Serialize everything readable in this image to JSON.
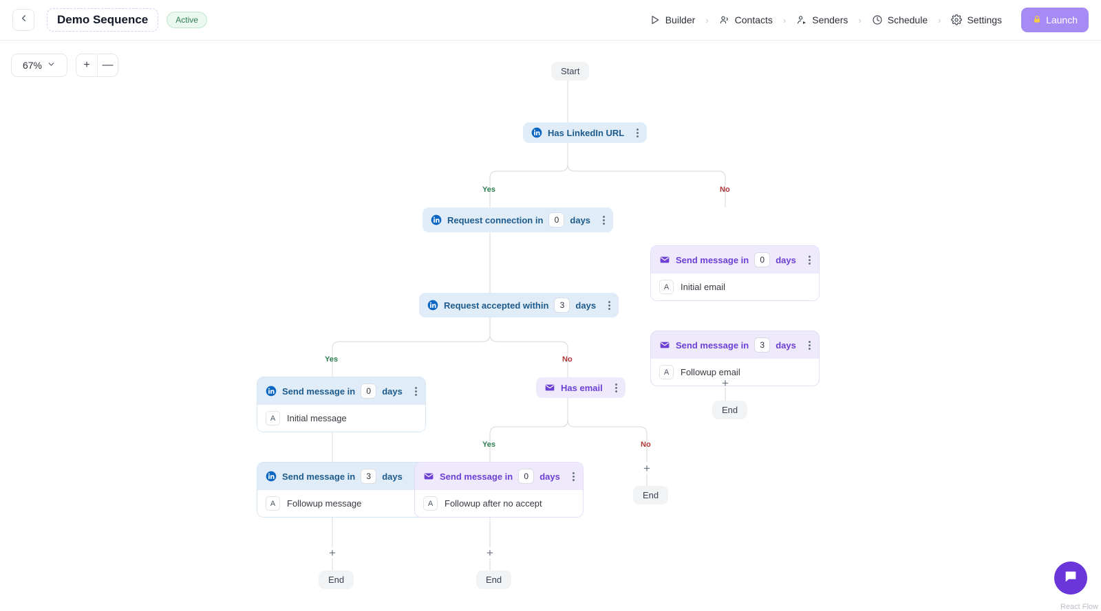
{
  "header": {
    "back_icon": "chevron-left-icon",
    "sequence_name": "Demo Sequence",
    "status": "Active",
    "nav": [
      {
        "label": "Builder",
        "icon": "play-icon"
      },
      {
        "label": "Contacts",
        "icon": "contacts-icon"
      },
      {
        "label": "Senders",
        "icon": "sender-icon"
      },
      {
        "label": "Schedule",
        "icon": "clock-icon"
      },
      {
        "label": "Settings",
        "icon": "gear-icon"
      }
    ],
    "separator": "›",
    "launch_label": "Launch",
    "launch_icon": "lock-icon",
    "launch_color": "#a78bf5"
  },
  "canvas": {
    "zoom": {
      "level": "67%",
      "chevron": "chevron-down-icon",
      "plus": "+",
      "minus": "—"
    },
    "attribution": "React Flow",
    "chat_icon": "chat-bubble-icon",
    "labels": {
      "yes": "Yes",
      "no": "No",
      "plus": "+"
    },
    "colors": {
      "linkedin_bg": "#e0edf8",
      "linkedin_text": "#1d5a8c",
      "email_bg": "#eeeafc",
      "email_text": "#6d3fd4",
      "yes": "#2e7d4f",
      "no": "#b03535",
      "terminal_bg": "#f1f3f5"
    },
    "nodes": {
      "start": {
        "label": "Start"
      },
      "has_linkedin_url": {
        "label": "Has LinkedIn URL",
        "icon": "linkedin-icon"
      },
      "request_connection": {
        "prefix": "Request connection in",
        "days": "0",
        "suffix": "days",
        "icon": "linkedin-icon"
      },
      "initial_email": {
        "prefix": "Send message in",
        "days": "0",
        "suffix": "days",
        "icon": "email-icon",
        "body": "Initial email",
        "badge": "A"
      },
      "request_accepted": {
        "prefix": "Request accepted within",
        "days": "3",
        "suffix": "days",
        "icon": "linkedin-icon"
      },
      "followup_email": {
        "prefix": "Send message in",
        "days": "3",
        "suffix": "days",
        "icon": "email-icon",
        "body": "Followup email",
        "badge": "A"
      },
      "initial_message": {
        "prefix": "Send message in",
        "days": "0",
        "suffix": "days",
        "icon": "linkedin-icon",
        "body": "Initial message",
        "badge": "A"
      },
      "has_email": {
        "label": "Has email",
        "icon": "email-icon"
      },
      "followup_message": {
        "prefix": "Send message in",
        "days": "3",
        "suffix": "days",
        "icon": "linkedin-icon",
        "body": "Followup message",
        "badge": "A"
      },
      "followup_no_accept": {
        "prefix": "Send message in",
        "days": "0",
        "suffix": "days",
        "icon": "email-icon",
        "body": "Followup after no accept",
        "badge": "A"
      },
      "end_1": {
        "label": "End"
      },
      "end_2": {
        "label": "End"
      },
      "end_3": {
        "label": "End"
      },
      "end_4": {
        "label": "End"
      }
    }
  }
}
